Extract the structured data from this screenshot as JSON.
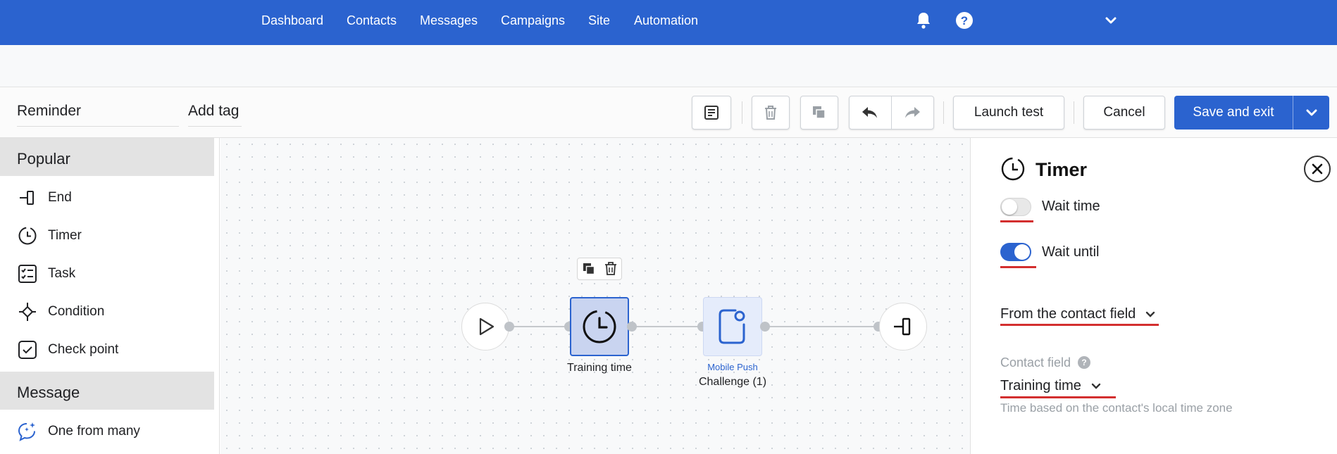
{
  "nav": {
    "links": [
      "Dashboard",
      "Contacts",
      "Messages",
      "Campaigns",
      "Site",
      "Automation"
    ],
    "icons": [
      "bell-icon",
      "help-icon",
      "chevron-down-icon"
    ]
  },
  "toolbar": {
    "name_value": "Reminder",
    "tag_placeholder": "Add tag",
    "launch_test": "Launch test",
    "cancel": "Cancel",
    "save_and_exit": "Save and exit"
  },
  "sidebar": {
    "section_popular": "Popular",
    "items_popular": [
      {
        "label": "End",
        "icon": "end-icon"
      },
      {
        "label": "Timer",
        "icon": "timer-icon"
      },
      {
        "label": "Task",
        "icon": "task-icon"
      },
      {
        "label": "Condition",
        "icon": "condition-icon"
      },
      {
        "label": "Check point",
        "icon": "checkpoint-icon"
      }
    ],
    "section_message": "Message",
    "items_message": [
      {
        "label": "One from many",
        "icon": "one-from-many-icon"
      }
    ]
  },
  "canvas": {
    "timer_node_label": "Training time",
    "push_node_type": "Mobile Push",
    "push_node_label": "Challenge (1)"
  },
  "panel": {
    "title": "Timer",
    "wait_time_label": "Wait time",
    "wait_time_on": false,
    "wait_until_label": "Wait until",
    "wait_until_on": true,
    "source_select": "From the contact field",
    "contact_field_label": "Contact field",
    "contact_field_value": "Training time",
    "hint": "Time based on the contact's local time zone"
  },
  "colors": {
    "brand": "#2b63cf",
    "annotation_red": "#d32f2f",
    "selected_node": "#c9d4f0",
    "push_node": "#e5ecfb"
  }
}
